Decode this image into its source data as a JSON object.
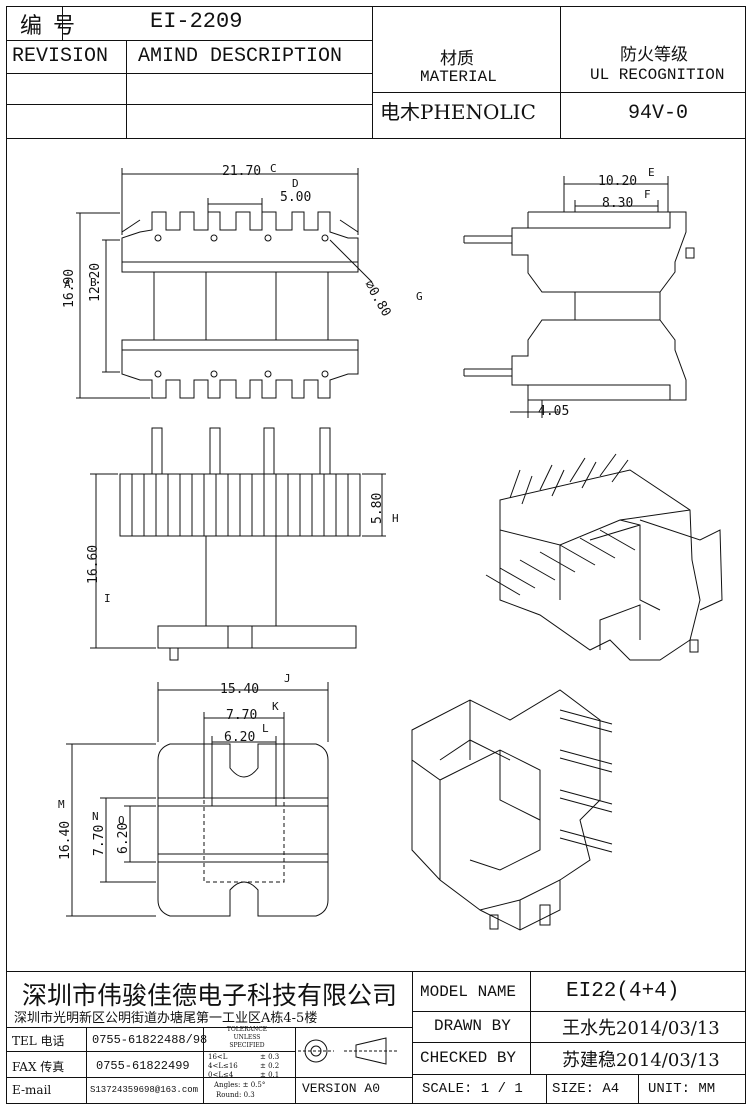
{
  "header": {
    "part_no_label": "编 号",
    "part_no": "EI-2209",
    "revision_label": "REVISION",
    "amend_label": "AMIND DESCRIPTION",
    "material_cn": "材质",
    "material_en": "MATERIAL",
    "material_value": "电木PHENOLIC",
    "ul_cn": "防火等级",
    "ul_en": "UL RECOGNITION",
    "ul_value": "94V-0"
  },
  "dimensions": {
    "d1": "21.70",
    "d1_tag": "C",
    "d2": "5.00",
    "d2_tag": "D",
    "d3": "16.90",
    "d3_tag": "A",
    "d4": "12.20",
    "d4_tag": "B",
    "d5": "⌀0.80",
    "d5_tag": "G",
    "d6": "10.20",
    "d6_tag": "E",
    "d7": "8.30",
    "d7_tag": "F",
    "d8": "4.05",
    "d9": "5.80",
    "d9_tag": "H",
    "d10": "16.60",
    "d10_tag": "I",
    "d11": "15.40",
    "d11_tag": "J",
    "d12": "7.70",
    "d12_tag": "K",
    "d13": "6.20",
    "d13_tag": "L",
    "d14": "16.40",
    "d14_tag": "M",
    "d15": "7.70",
    "d15_tag": "N",
    "d16": "6.20",
    "d16_tag": "O"
  },
  "footer": {
    "company": "深圳市伟骏佳德电子科技有限公司",
    "address": "深圳市光明新区公明街道办塘尾第一工业区A栋4-5楼",
    "tel_label": "TEL 电话",
    "tel": "0755-61822488/98",
    "fax_label": "FAX 传真",
    "fax": "0755-61822499",
    "email_label": "E-mail",
    "email": "S13724359698@163.com",
    "tol_title": "TOLERANCE UNLESS SPECIFIED",
    "tol_r1a": "16<L",
    "tol_r1b": "± 0.3",
    "tol_r2a": "4<L≤16",
    "tol_r2b": "± 0.2",
    "tol_r3a": "0<L≤4",
    "tol_r3b": "± 0.1",
    "tol_r4": "Angles: ± 0.5°",
    "tol_r5": "Round: 0.3",
    "version": "VERSION A0",
    "model_label": "MODEL NAME",
    "model": "EI22(4+4)",
    "drawn_label": "DRAWN BY",
    "drawn": "王水先2014/03/13",
    "checked_label": "CHECKED BY",
    "checked": "苏建稳2014/03/13",
    "scale": "SCALE: 1 / 1",
    "size": "SIZE: A4",
    "unit": "UNIT: MM"
  }
}
